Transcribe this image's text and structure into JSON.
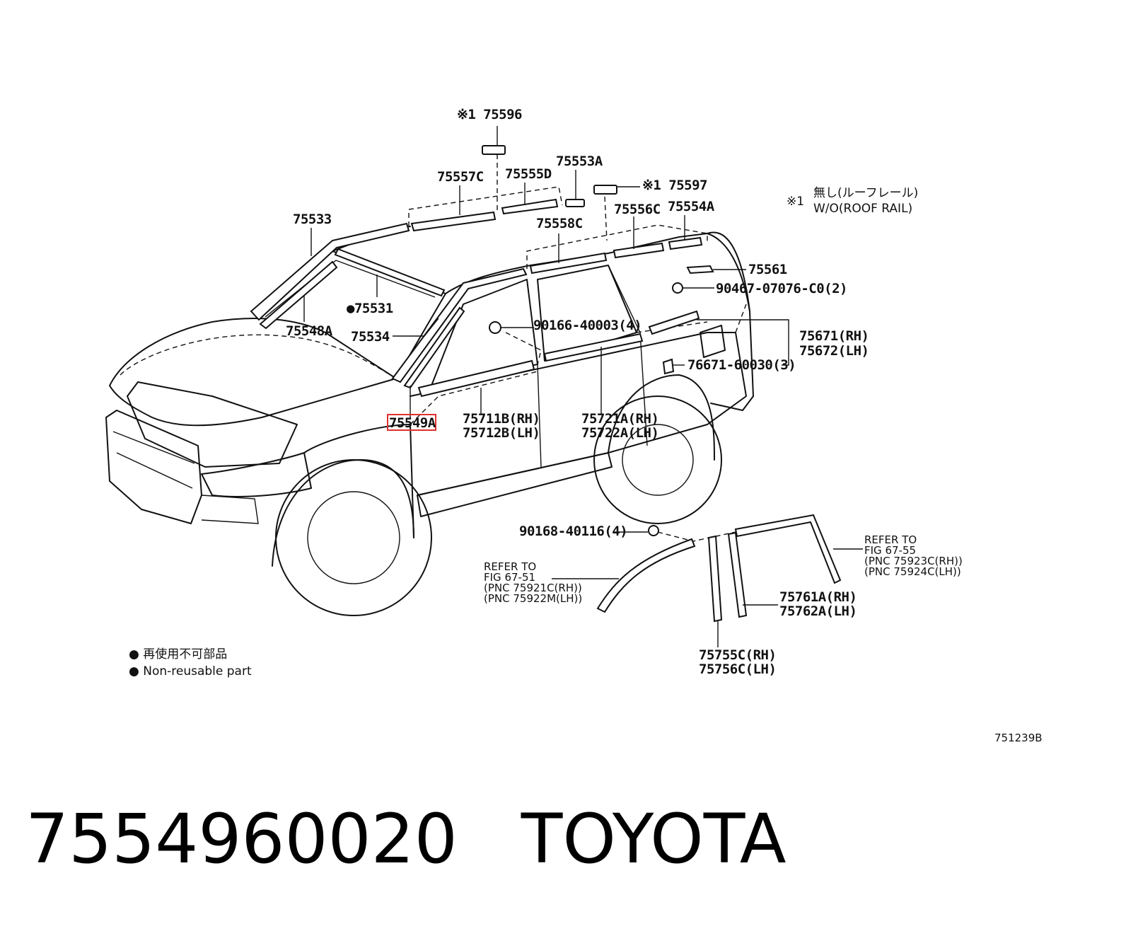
{
  "callouts": {
    "p75596": "※1 75596",
    "p75557c": "75557C",
    "p75555d": "75555D",
    "p75553a": "75553A",
    "p75597": "※1 75597",
    "p75533": "75533",
    "p75556c": "75556C",
    "p75554a": "75554A",
    "p75558c": "75558C",
    "p75561": "75561",
    "p90467": "90467-07076-C0(2)",
    "p75531": "●75531",
    "p75548a": "75548A",
    "p90166": "90166-40003(4)",
    "p75534": "75534",
    "p75671": "75671(RH)",
    "p75672": "75672(LH)",
    "p76671": "76671-60030(3)",
    "p75549a": "75549A",
    "p75711b": "75711B(RH)",
    "p75712b": "75712B(LH)",
    "p75721a": "75721A(RH)",
    "p75722a": "75722A(LH)",
    "p90168": "90168-40116(4)",
    "p75761a": "75761A(RH)",
    "p75762a": "75762A(LH)",
    "p75755c": "75755C(RH)",
    "p75756c": "75756C(LH)"
  },
  "references": {
    "ref1": [
      "REFER TO",
      "FIG 67-51",
      "(PNC 75921C(RH))",
      "(PNC 75922M(LH))"
    ],
    "ref2": [
      "REFER TO",
      "FIG 67-55",
      "(PNC 75923C(RH))",
      "(PNC 75924C(LH))"
    ]
  },
  "note_roof": {
    "mark": "※1",
    "line1": "無し(ルーフレール)",
    "line2": "W/O(ROOF RAIL)"
  },
  "legend": {
    "jp": "● 再使用不可部品",
    "en": "● Non-reusable part"
  },
  "figure_code": "751239B",
  "highlight_color": "#e0302f",
  "footer": {
    "part_number": "7554960020",
    "brand": "TOYOTA"
  }
}
